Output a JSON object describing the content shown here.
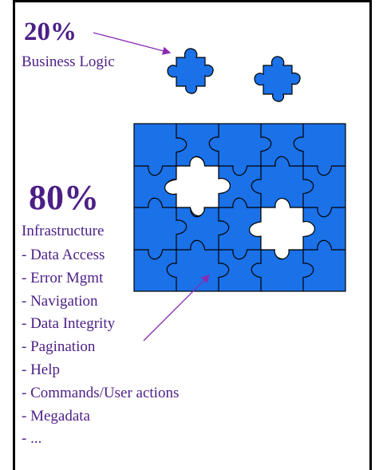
{
  "business": {
    "percent": "20%",
    "label": "Business Logic"
  },
  "infrastructure": {
    "percent": "80%",
    "label": "Infrastructure",
    "items": [
      "- Data Access",
      "- Error Mgmt",
      "- Navigation",
      "- Data Integrity",
      "- Pagination",
      "- Help",
      "- Commands/User actions",
      "- Megadata",
      "- ..."
    ]
  },
  "colors": {
    "piece": "#1a71e8",
    "outline": "#000000",
    "text": "#4b1f86",
    "arrow": "#8a2ab5"
  },
  "icons": [
    "puzzle-piece-icon",
    "jigsaw-grid-icon",
    "arrow-icon"
  ]
}
